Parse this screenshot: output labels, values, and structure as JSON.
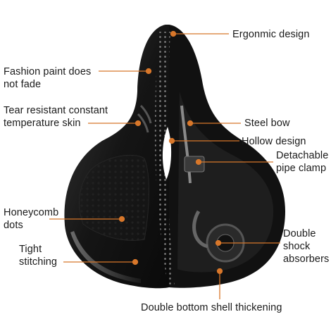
{
  "colors": {
    "background": "#ffffff",
    "label_text": "#1a1a1a",
    "callout": "#d8772a",
    "saddle_shell": "#1b1b1b",
    "saddle_highlight": "#5a5a5a"
  },
  "labels": {
    "ergonomic_design": [
      "Ergonmic design"
    ],
    "fashion_paint": [
      "Fashion paint does",
      "not fade"
    ],
    "tear_resistant": [
      "Tear resistant constant",
      "temperature skin"
    ],
    "steel_bow": [
      "Steel bow"
    ],
    "hollow_design": [
      "Hollow design"
    ],
    "detachable_clamp": [
      "Detachable",
      "pipe clamp"
    ],
    "honeycomb_dots": [
      "Honeycomb",
      "dots"
    ],
    "tight_stitching": [
      "Tight",
      "stitching"
    ],
    "double_shock": [
      "Double",
      "shock",
      "absorbers"
    ],
    "double_bottom": [
      "Double bottom shell thickening"
    ]
  },
  "callout_marker": "dot-and-line"
}
